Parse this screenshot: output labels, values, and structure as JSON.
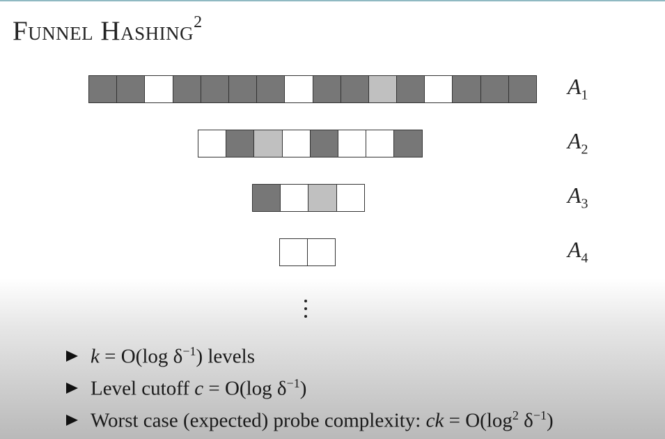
{
  "slide": {
    "title": "Funnel Hashing",
    "title_footnote": "2"
  },
  "arrays": [
    {
      "name": "A",
      "index": "1",
      "cells": [
        "dark",
        "dark",
        "empty",
        "dark",
        "dark",
        "dark",
        "dark",
        "empty",
        "dark",
        "dark",
        "light",
        "dark",
        "empty",
        "dark",
        "dark",
        "dark"
      ]
    },
    {
      "name": "A",
      "index": "2",
      "cells": [
        "empty",
        "dark",
        "light",
        "empty",
        "dark",
        "empty",
        "empty",
        "dark"
      ]
    },
    {
      "name": "A",
      "index": "3",
      "cells": [
        "dark",
        "empty",
        "light",
        "empty"
      ]
    },
    {
      "name": "A",
      "index": "4",
      "cells": [
        "empty",
        "empty"
      ]
    }
  ],
  "bullets": [
    {
      "lhs": "k",
      "eq": " = O(log δ",
      "exp": "−1",
      "tail": ") levels"
    },
    {
      "pre": "Level cutoff ",
      "lhs": "c",
      "eq": " = O(log δ",
      "exp": "−1",
      "tail": ")"
    },
    {
      "pre": "Worst case (expected) probe complexity: ",
      "lhs": "ck",
      "eq": " = O(log",
      "exp2": "2",
      "mid": " δ",
      "exp": "−1",
      "tail": ")"
    }
  ],
  "colors": {
    "dark": "#777777",
    "light": "#c0c0c0",
    "empty": "#ffffff",
    "accent_line": "#8fb9c2"
  }
}
